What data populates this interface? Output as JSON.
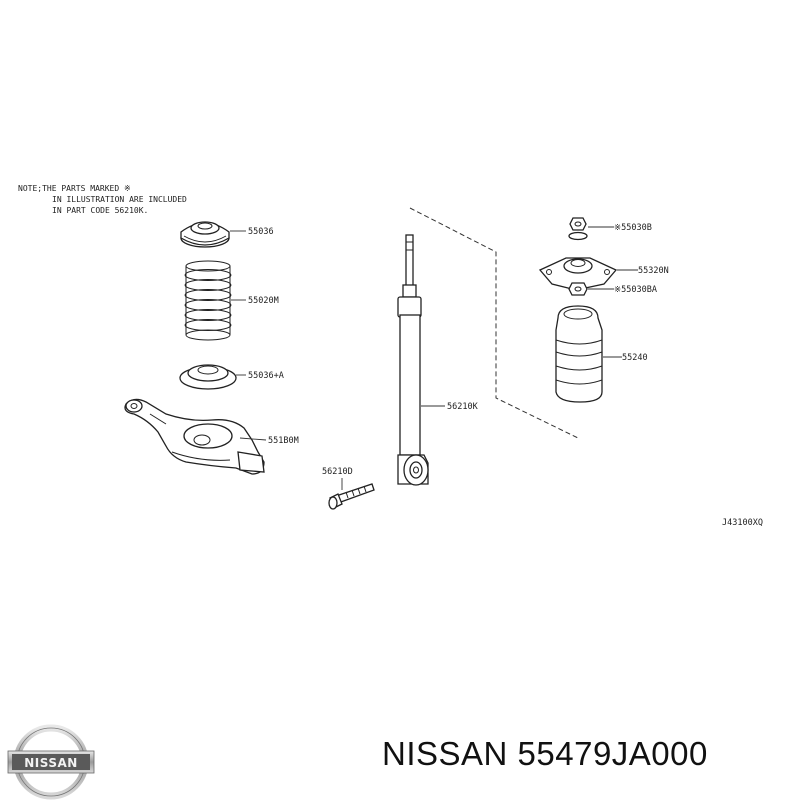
{
  "note": {
    "line1": "NOTE;THE PARTS MARKED ※",
    "line2": "IN ILLUSTRATION ARE INCLUDED",
    "line3": "IN PART CODE 56210K."
  },
  "parts": {
    "p55036": "55036",
    "p55020m": "55020M",
    "p55036a": "55036+A",
    "p551b0m": "551B0M",
    "p56210d": "56210D",
    "p56210k": "56210K",
    "p55030b": "※55030B",
    "p55320n": "55320N",
    "p55030ba": "※55030BA",
    "p55240": "55240"
  },
  "diagram_code": "J43100XQ",
  "footer": {
    "title": "NISSAN 55479JA000",
    "logo_text": "NISSAN"
  }
}
